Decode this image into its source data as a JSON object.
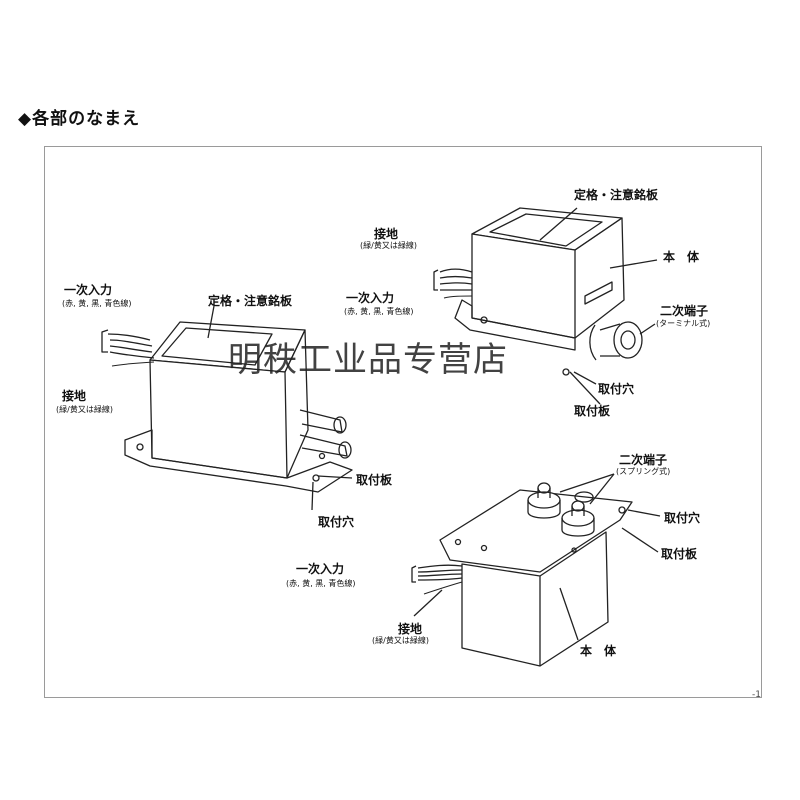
{
  "heading": "◆各部のなまえ",
  "watermark": "明秩工业品专营店",
  "page_mark": "-1",
  "left_unit": {
    "primary_input": "一次入力",
    "primary_input_sub": "(赤, 黄, 黒, 青色線)",
    "rating_plate": "定格・注意銘板",
    "ground": "接地",
    "ground_sub": "(緑/黄又は緑線)",
    "mount_plate": "取付板",
    "mount_hole": "取付穴"
  },
  "top_right_unit": {
    "rating_plate": "定格・注意銘板",
    "ground": "接地",
    "ground_sub": "(緑/黄又は緑線)",
    "primary_input": "一次入力",
    "primary_input_sub": "(赤, 黄, 黒, 青色線)",
    "body": "本　体",
    "secondary_terminal": "二次端子",
    "secondary_terminal_sub": "(ターミナル式)",
    "mount_hole": "取付穴",
    "mount_plate": "取付板"
  },
  "bottom_unit": {
    "secondary_terminal": "二次端子",
    "secondary_terminal_sub": "(スプリング式)",
    "mount_hole": "取付穴",
    "mount_plate": "取付板",
    "primary_input": "一次入力",
    "primary_input_sub": "(赤, 黄, 黒, 青色線)",
    "ground": "接地",
    "ground_sub": "(緑/黄又は緑線)",
    "body": "本　体"
  }
}
